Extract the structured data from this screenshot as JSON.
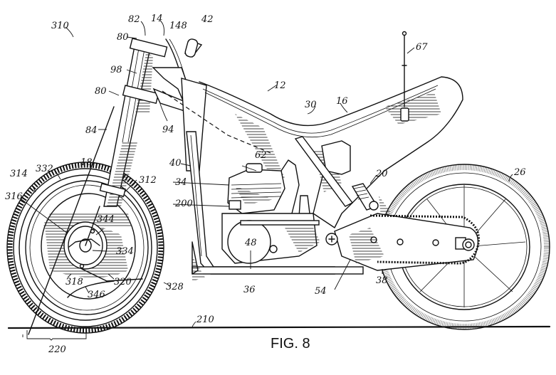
{
  "figure": {
    "caption": "FIG. 8",
    "subject": "motorcycle side elevation, patent drawing"
  },
  "reference_numerals": {
    "vehicle": "310",
    "handlebar_assembly": "14",
    "clamp_top": "82",
    "clamp_80_upper": "80",
    "clamp_80_lower": "80",
    "cable": "148",
    "grip": "42",
    "fork_98": "98",
    "bracket_94": "94",
    "fork_84": "84",
    "front_fork": "18",
    "frame": "12",
    "frame_30": "30",
    "seat": "16",
    "antenna": "67",
    "wire_62": "62",
    "frame_tube_40": "40",
    "engine": "34",
    "switch_200": "200",
    "rear_shock": "20",
    "rear_wheel": "26",
    "clutch_48": "48",
    "crankcase_36": "36",
    "pivot_54": "54",
    "chain_38": "38",
    "front_wheel": "314",
    "tire_332": "332",
    "rim_312": "312",
    "spoke_316": "316",
    "hub_344": "344",
    "axle_334": "334",
    "hub_318": "318",
    "disc_320": "320",
    "cover_346": "346",
    "wheel_328": "328",
    "ground": "210",
    "contact_patch": "220"
  }
}
